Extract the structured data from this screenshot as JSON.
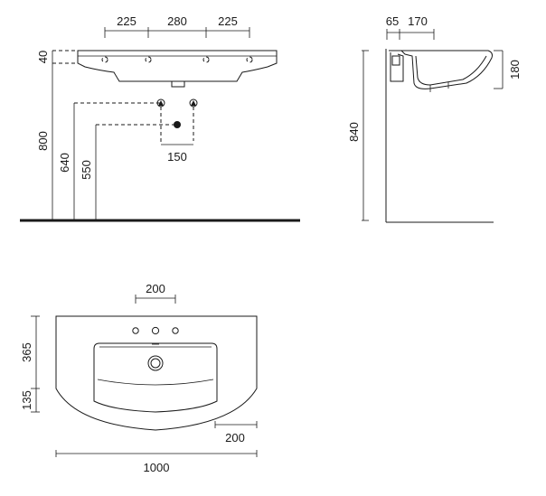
{
  "front_view": {
    "top_spacings": [
      "225",
      "280",
      "225"
    ],
    "thickness": "40",
    "height_rim": "800",
    "height_tap": "640",
    "height_drain": "550",
    "tap_spacing": "150"
  },
  "side_view": {
    "offset_a": "65",
    "offset_b": "170",
    "basin_depth": "180",
    "total_height": "840"
  },
  "plan_view": {
    "tap_span": "200",
    "depth_back": "365",
    "depth_front": "135",
    "edge_offset": "200",
    "width": "1000"
  }
}
